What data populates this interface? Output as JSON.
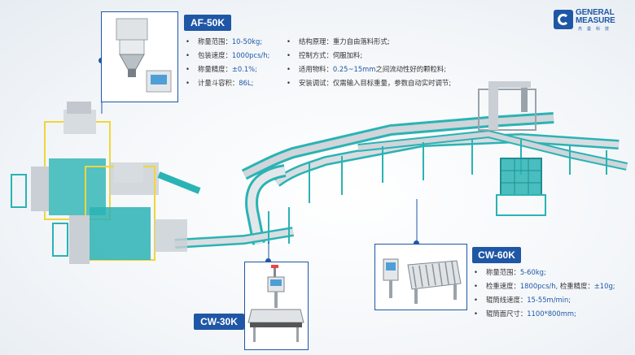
{
  "brand": {
    "name_line1": "GENERAL",
    "name_line2": "MEASURE",
    "name_cn": "杰曼科技",
    "icon": "gm-logo-icon"
  },
  "af50k": {
    "badge": "AF-50K",
    "left_specs": [
      {
        "label": "称量范围：",
        "value": "10-50kg;"
      },
      {
        "label": "包装速度：",
        "value": "1000pcs/h;"
      },
      {
        "label": "称量精度：",
        "value": "±0.1%;"
      },
      {
        "label": "计量斗容积：",
        "value": "86L;"
      }
    ],
    "right_specs": [
      {
        "label": "结构原理：",
        "value": "重力自由落料形式;"
      },
      {
        "label": "控制方式：",
        "value": "伺服加料;"
      },
      {
        "label": "适用物料：",
        "value": "0.25~15mm",
        "value2": "之间流动性好的颗粒料;"
      },
      {
        "label": "安装调试：",
        "value": "仅需输入目标重量，参数自动实时调节;"
      }
    ]
  },
  "cw60k": {
    "badge": "CW-60K",
    "specs": [
      {
        "label": "称量范围：",
        "value": "5-60kg;"
      },
      {
        "label": "检重速度：",
        "value": "1800pcs/h,",
        "label2": " 检重精度：",
        "value2": "±10g;"
      },
      {
        "label": "辊筒线速度：",
        "value": "15-55m/min;"
      },
      {
        "label": "辊筒面尺寸：",
        "value": "1100*800mm;"
      }
    ]
  },
  "cw30k": {
    "badge": "CW-30K"
  },
  "colors": {
    "accent": "#1f57a6",
    "machine_teal": "#2ab3b4",
    "frame_yellow": "#f1d53a"
  }
}
